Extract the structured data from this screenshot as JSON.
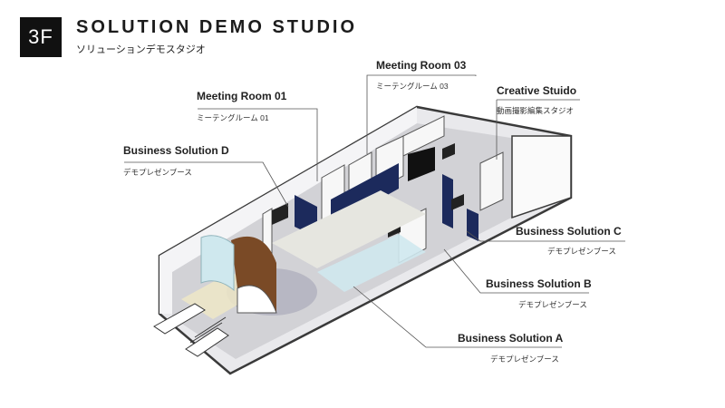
{
  "header": {
    "floor": "3F",
    "title": "SOLUTION DEMO STUDIO",
    "subtitle": "ソリューションデモスタジオ"
  },
  "areas": [
    {
      "id": "meeting-room-01",
      "name": "Meeting Room 01",
      "desc": "ミーテングルーム 01"
    },
    {
      "id": "meeting-room-03",
      "name": "Meeting Room 03",
      "desc": "ミーテングルーム 03"
    },
    {
      "id": "creative-studio",
      "name": "Creative Stuido",
      "desc": "動画撮影編集スタジオ"
    },
    {
      "id": "business-solution-d",
      "name": "Business Solution D",
      "desc": "デモプレゼンブース"
    },
    {
      "id": "business-solution-c",
      "name": "Business Solution C",
      "desc": "デモプレゼンブース"
    },
    {
      "id": "business-solution-b",
      "name": "Business Solution B",
      "desc": "デモプレゼンブース"
    },
    {
      "id": "business-solution-a",
      "name": "Business Solution A",
      "desc": "デモプレゼンブース"
    }
  ],
  "colors": {
    "outline": "#3a3a3a",
    "floor": "#cfcfd3",
    "navy": "#1c2a5c",
    "wood": "#7a4a26",
    "glass": "#cfe8ee",
    "leader": "#555555"
  }
}
